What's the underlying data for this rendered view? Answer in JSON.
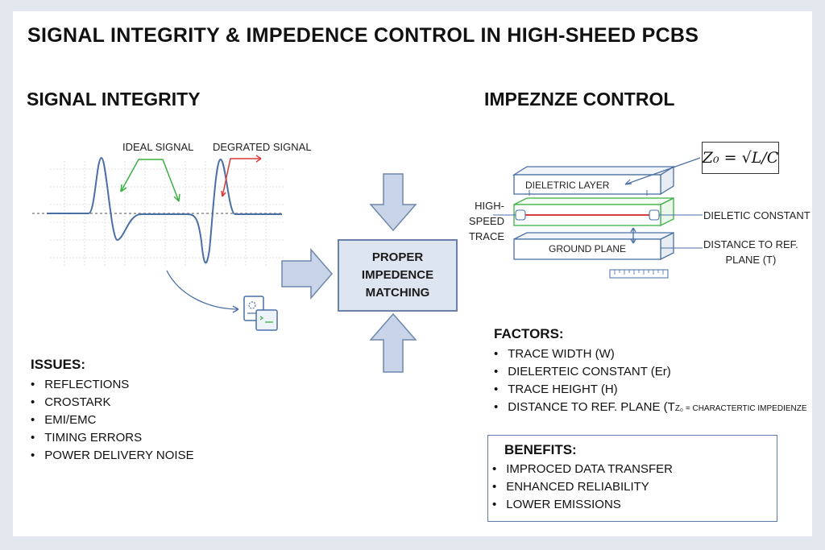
{
  "title": "SIGNAL INTEGRITY & IMPEDENCE CONTROL IN HIGH-SHEED PCBS",
  "left": {
    "heading": "SIGNAL INTEGRITY",
    "ideal_label": "IDEAL SIGNAL",
    "degraded_label": "DEGRATED SIGNAL",
    "issues_title": "ISSUES:",
    "issues": [
      "REFLECTIONS",
      "CROSTARK",
      "EMI/EMC",
      "TIMING ERRORS",
      "POWER DELIVERY NOISE"
    ]
  },
  "center": {
    "box_line1": "PROPER",
    "box_line2": "IMPEDENCE",
    "box_line3": "MATCHING"
  },
  "right": {
    "heading": "IMPEZNZE CONTROL",
    "formula": "Z₀ = √L/C",
    "dielectric_layer": "DIELETRIC LAYER",
    "trace_label_1": "HIGH-SPEED",
    "trace_label_2": "TRACE",
    "ground_plane": "GROUND PLANE",
    "dielectric_const": "DIELETIC CONSTANT",
    "distance_label_1": "DISTANCE TO REF.",
    "distance_label_2": "PLANE (T)",
    "factors_title": "FACTORS:",
    "factors": [
      "TRACE WIDTH (W)",
      "DIELERTEIC CONSTANT (Er)",
      "TRACE HEIGHT (H)",
      "DISTANCE TO REF. PLANE (T"
    ],
    "factor_note_sub": "Z₀",
    "factor_note": " = CHARACTERTIC IMPEDIENZE",
    "benefits_title": "BENEFITS:",
    "benefits": [
      "IMPROCED DATA TRANSFER",
      "ENHANCED RELIABILITY",
      "LOWER EMISSIONS"
    ]
  },
  "colors": {
    "signal_blue": "#4a6fa5",
    "ideal_green": "#3cb043",
    "degraded_red": "#d93a3a",
    "arrow_fill": "#c8d5e8",
    "arrow_stroke": "#6f86ad"
  }
}
